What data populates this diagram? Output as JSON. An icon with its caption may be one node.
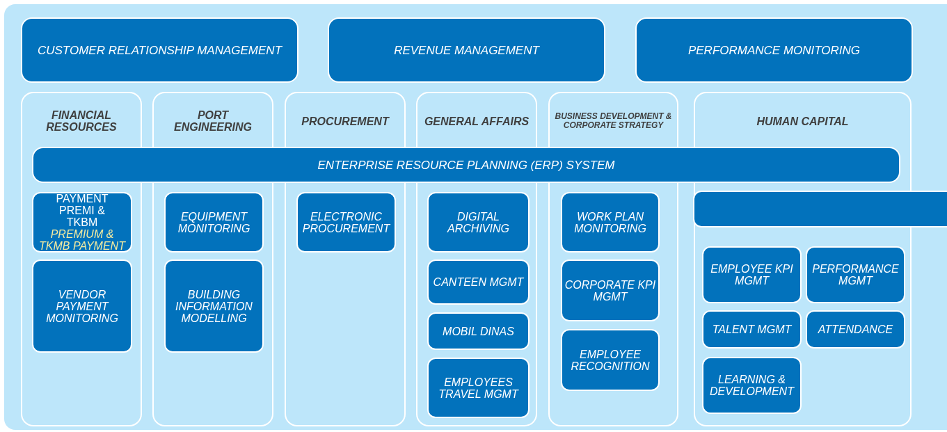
{
  "diagram": {
    "nodes": [
      {
        "text": [
          "CUSTOMER RELATIONSHIP MANAGEMENT"
        ]
      },
      {
        "text": [
          "REVENUE MANAGEMENT"
        ]
      },
      {
        "text": [
          "PERFORMANCE MONITORING"
        ]
      },
      {
        "text": [
          "FINANCIAL RESOURCES"
        ]
      },
      {
        "text": [
          "PORT ENGINEERING"
        ]
      },
      {
        "text": [
          "PROCUREMENT"
        ]
      },
      {
        "text": [
          "GENERAL AFFAIRS"
        ]
      },
      {
        "text": [
          "BUSINESS DEVELOPMENT & CORPORATE STRATEGY"
        ]
      },
      {
        "text": [
          "HUMAN CAPITAL"
        ]
      },
      {
        "text": [
          "ENTERPRISE RESOURCE PLANNING (ERP) SYSTEM"
        ]
      },
      {
        "text": [
          "PAYMENT PREMI & TKBM",
          "PREMIUM & TKMB PAYMENT"
        ],
        "in": 3
      },
      {
        "text": [
          "VENDOR PAYMENT MONITORING"
        ],
        "in": 3
      },
      {
        "text": [
          "EQUIPMENT MONITORING"
        ],
        "in": 4
      },
      {
        "text": [
          "BUILDING INFORMATION MODELLING"
        ],
        "in": 4
      },
      {
        "text": [
          "ELECTRONIC PROCUREMENT"
        ],
        "in": 5
      },
      {
        "text": [
          "DIGITAL ARCHIVING"
        ],
        "in": 6
      },
      {
        "text": [
          "CANTEEN MGMT"
        ],
        "in": 6
      },
      {
        "text": [
          "MOBIL DINAS"
        ],
        "in": 6
      },
      {
        "text": [
          "EMPLOYEES TRAVEL MGMT"
        ],
        "in": 6
      },
      {
        "text": [
          "WORK PLAN MONITORING"
        ],
        "in": 7
      },
      {
        "text": [
          "CORPORATE KPI MGMT"
        ],
        "in": 7
      },
      {
        "text": [
          "EMPLOYEE RECOGNITION"
        ],
        "in": 7
      },
      {
        "text": [],
        "shape": "bar"
      },
      {
        "text": [
          "EMPLOYEE KPI MGMT"
        ],
        "in": 8
      },
      {
        "text": [
          "PERFORMANCE MGMT"
        ],
        "in": 8
      },
      {
        "text": [
          "TALENT MGMT"
        ],
        "in": 8
      },
      {
        "text": [
          "ATTENDANCE"
        ],
        "in": 8
      },
      {
        "text": [
          "LEARNING & DEVELOPMENT"
        ],
        "in": 8
      }
    ]
  }
}
